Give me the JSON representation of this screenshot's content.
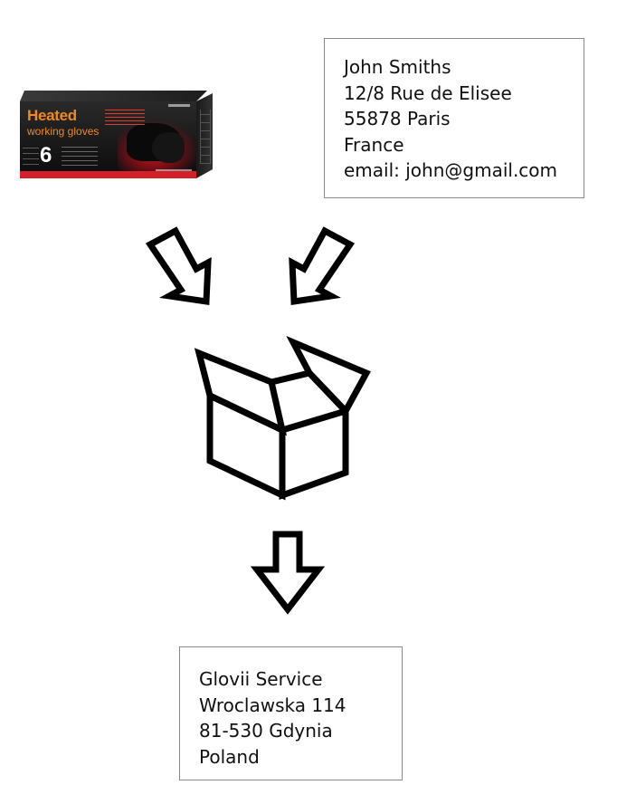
{
  "sender": {
    "lines": [
      "John Smiths",
      "12/8 Rue de Elisee",
      "55878 Paris",
      "France",
      "email: john@gmail.com"
    ]
  },
  "receiver": {
    "lines": [
      "Glovii Service",
      "Wroclawska 114",
      "81-530 Gdynia",
      "Poland"
    ]
  },
  "product": {
    "title": "Heated",
    "subtitle": "working gloves",
    "number": "6"
  },
  "icons": {
    "arrow_left": "arrow-down-right-icon",
    "arrow_right": "arrow-down-left-icon",
    "package": "open-box-icon",
    "arrow_down": "arrow-down-icon"
  }
}
